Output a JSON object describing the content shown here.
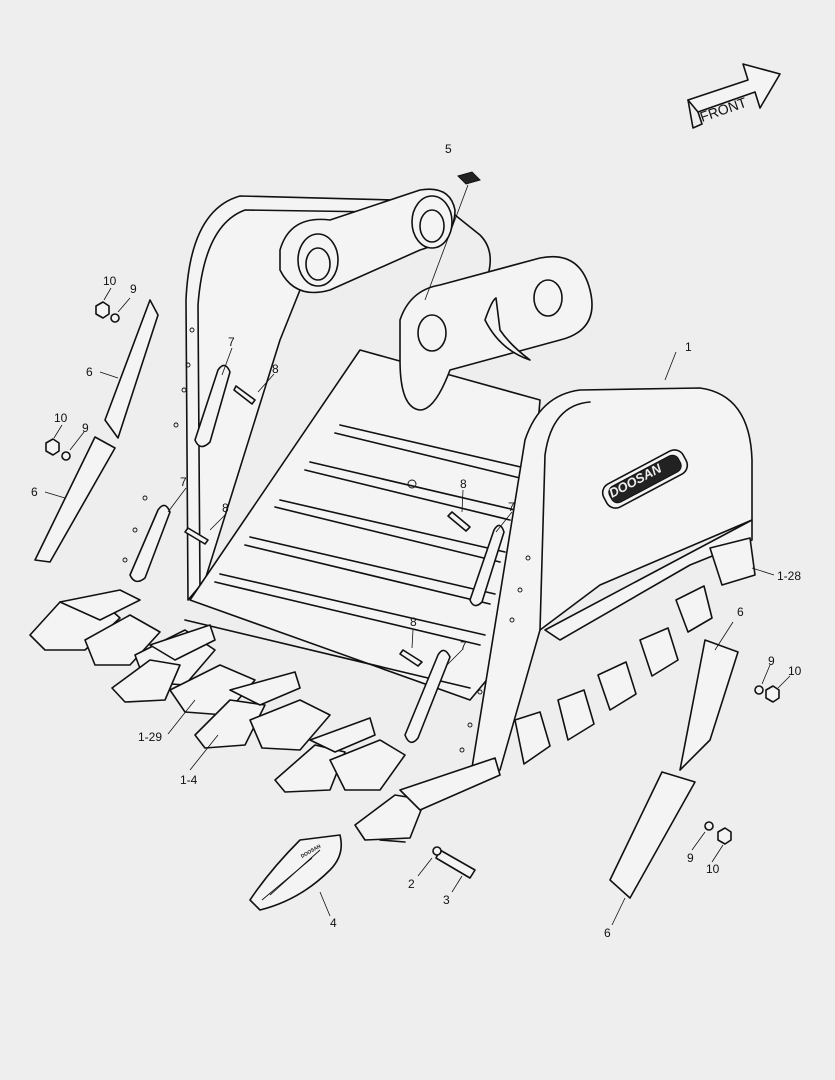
{
  "front_arrow": {
    "label": "FRONT"
  },
  "brand": {
    "logo_text": "DOOSAN"
  },
  "callouts": {
    "c1": "1",
    "c1_28": "1-28",
    "c1_29": "1-29",
    "c1_4": "1-4",
    "c2": "2",
    "c3": "3",
    "c4": "4",
    "c5": "5",
    "c6_left_top": "6",
    "c6_left_mid": "6",
    "c6_right_mid": "6",
    "c6_right_bot": "6",
    "c7_left_top": "7",
    "c7_left_mid": "7",
    "c7_center": "7",
    "c7_low": "7",
    "c8_left_top": "8",
    "c8_left_mid": "8",
    "c8_center": "8",
    "c8_low": "8",
    "c9_left_top": "9",
    "c9_left_mid": "9",
    "c9_right_mid": "9",
    "c9_right_bot": "9",
    "c10_left_top": "10",
    "c10_left_mid": "10",
    "c10_right_mid": "10",
    "c10_right_bot": "10"
  }
}
